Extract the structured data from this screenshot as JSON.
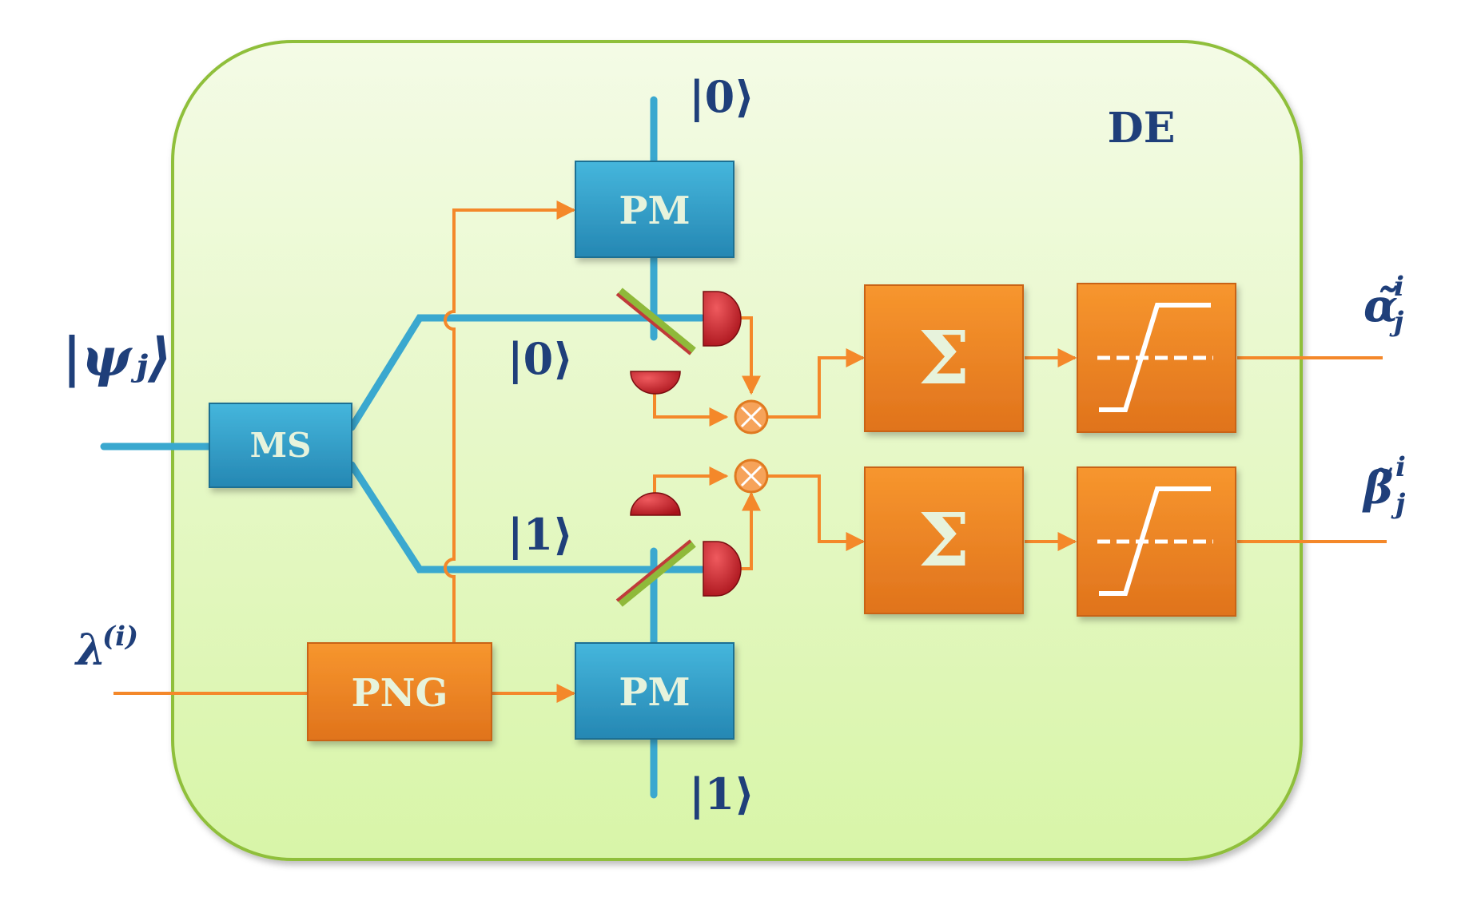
{
  "diagram": {
    "module_label": "DE",
    "input_state": "|ψⱼ⟩",
    "input_param": "λ",
    "input_param_sup": "(i)",
    "blocks": {
      "ms": "MS",
      "png": "PNG",
      "pm_top": "PM",
      "pm_bottom": "PM",
      "sum_top": "Σ",
      "sum_bottom": "Σ"
    },
    "states": {
      "top_out": "|0⟩",
      "upper_path": "|0⟩",
      "lower_path": "|1⟩",
      "bottom_out": "|1⟩"
    },
    "outputs": {
      "alpha": "α̃",
      "alpha_sup": "i",
      "alpha_sub": "j",
      "beta": "β̃",
      "beta_sup": "i",
      "beta_sub": "j"
    },
    "colors": {
      "panel_fill": "#e9f8c8",
      "panel_stroke": "#8fbf3a",
      "fiber_blue": "#3aa8cf",
      "block_blue": "#2f9ec9",
      "block_orange": "#f08a24",
      "signal_orange": "#f4882a",
      "detector_red": "#c0191f",
      "label_navy": "#1f3f7a",
      "block_text": "#e7f3dc"
    }
  }
}
